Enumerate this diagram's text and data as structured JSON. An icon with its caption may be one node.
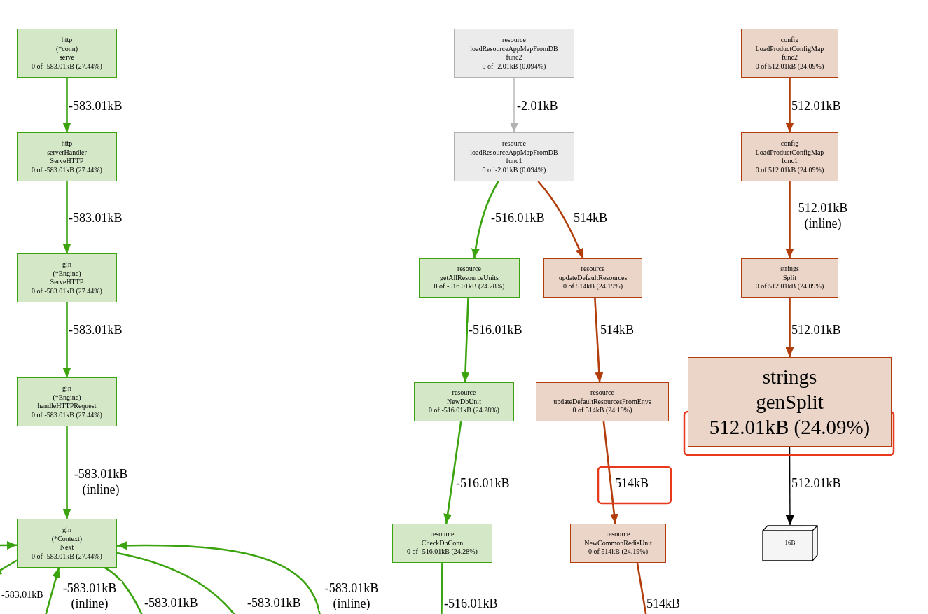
{
  "diagram": {
    "nodes": [
      {
        "text": [
          "http",
          "(*conn)",
          "serve",
          "0 of -583.01kB (27.44%)"
        ]
      },
      {
        "text": [
          "http",
          "serverHandler",
          "ServeHTTP",
          "0 of -583.01kB (27.44%)"
        ]
      },
      {
        "text": [
          "gin",
          "(*Engine)",
          "ServeHTTP",
          "0 of -583.01kB (27.44%)"
        ]
      },
      {
        "text": [
          "gin",
          "(*Engine)",
          "handleHTTPRequest",
          "0 of -583.01kB (27.44%)"
        ]
      },
      {
        "text": [
          "gin",
          "(*Context)",
          "Next",
          "0 of -583.01kB (27.44%)"
        ]
      },
      {
        "text": [
          "resource",
          "loadResourceAppMapFromDB",
          "func2",
          "0 of -2.01kB (0.094%)"
        ]
      },
      {
        "text": [
          "resource",
          "loadResourceAppMapFromDB",
          "func1",
          "0 of -2.01kB (0.094%)"
        ]
      },
      {
        "text": [
          "resource",
          "getAllResourceUnits",
          "0 of -516.01kB (24.28%)"
        ]
      },
      {
        "text": [
          "resource",
          "updateDefaultResources",
          "0 of 514kB (24.19%)"
        ]
      },
      {
        "text": [
          "resource",
          "NewDbUnit",
          "0 of -516.01kB (24.28%)"
        ]
      },
      {
        "text": [
          "resource",
          "updateDefaultResourcesFromEnvs",
          "0 of 514kB (24.19%)"
        ]
      },
      {
        "text": [
          "resource",
          "CheckDbConn",
          "0 of -516.01kB (24.28%)"
        ]
      },
      {
        "text": [
          "resource",
          "NewCommonRedisUnit",
          "0 of 514kB (24.19%)"
        ]
      },
      {
        "text": [
          "config",
          "LoadProductConfigMap",
          "func2",
          "0 of 512.01kB (24.09%)"
        ]
      },
      {
        "text": [
          "config",
          "LoadProductConfigMap",
          "func1",
          "0 of 512.01kB (24.09%)"
        ]
      },
      {
        "text": [
          "strings",
          "Split",
          "0 of 512.01kB (24.09%)"
        ]
      },
      {
        "text": [
          "strings",
          "genSplit",
          "512.01kB (24.09%)"
        ]
      },
      {
        "text": [
          "16B"
        ]
      }
    ],
    "edges": [
      {
        "from": 0,
        "to": 1,
        "arrow": "to",
        "label": "-583.01kB"
      },
      {
        "from": 1,
        "to": 2,
        "arrow": "to",
        "label": "-583.01kB"
      },
      {
        "from": 2,
        "to": 3,
        "arrow": "to",
        "label": "-583.01kB"
      },
      {
        "from": 3,
        "to": 4,
        "arrow": "to",
        "label": "-583.01kB (inline)"
      },
      {
        "from": null,
        "to": 4,
        "arrow": "to"
      },
      {
        "from": 4,
        "to": null,
        "arrow": "to",
        "label": "-583.01kB"
      },
      {
        "from": null,
        "to": 4,
        "arrow": "to",
        "label": "-583.01kB (inline)"
      },
      {
        "from": 4,
        "to": null,
        "arrow": "to",
        "label": "-583.01kB"
      },
      {
        "from": 4,
        "to": null,
        "arrow": "to",
        "label": "-583.01kB"
      },
      {
        "from": null,
        "to": 4,
        "arrow": "to",
        "label": "-583.01kB (inline)"
      },
      {
        "from": 5,
        "to": 6,
        "arrow": "to",
        "label": "-2.01kB",
        "color": "#b2b2b2"
      },
      {
        "from": 6,
        "to": 7,
        "arrow": "to",
        "label": "-516.01kB"
      },
      {
        "from": 6,
        "to": 8,
        "arrow": "to",
        "label": "514kB",
        "color": "#b23c0a"
      },
      {
        "from": 7,
        "to": 9,
        "arrow": "to",
        "label": "-516.01kB"
      },
      {
        "from": 8,
        "to": 10,
        "arrow": "to",
        "label": "514kB",
        "color": "#b23c0a"
      },
      {
        "from": 9,
        "to": 11,
        "arrow": "to",
        "label": "-516.01kB"
      },
      {
        "from": 10,
        "to": 12,
        "arrow": "to",
        "label": "514kB",
        "color": "#b23c0a"
      },
      {
        "from": 11,
        "to": null,
        "arrow": "to",
        "label": "-516.01kB"
      },
      {
        "from": 12,
        "to": null,
        "arrow": "to",
        "label": "514kB",
        "color": "#b23c0a"
      },
      {
        "from": 13,
        "to": 14,
        "arrow": "to",
        "label": "512.01kB",
        "color": "#b23c0a"
      },
      {
        "from": 14,
        "to": 15,
        "arrow": "to",
        "label": "512.01kB (inline)",
        "color": "#b23c0a"
      },
      {
        "from": 15,
        "to": 16,
        "arrow": "to",
        "label": "512.01kB",
        "color": "#b23c0a"
      },
      {
        "from": 16,
        "to": 17,
        "arrow": "to",
        "label": "512.01kB",
        "color": "#000000"
      }
    ]
  }
}
